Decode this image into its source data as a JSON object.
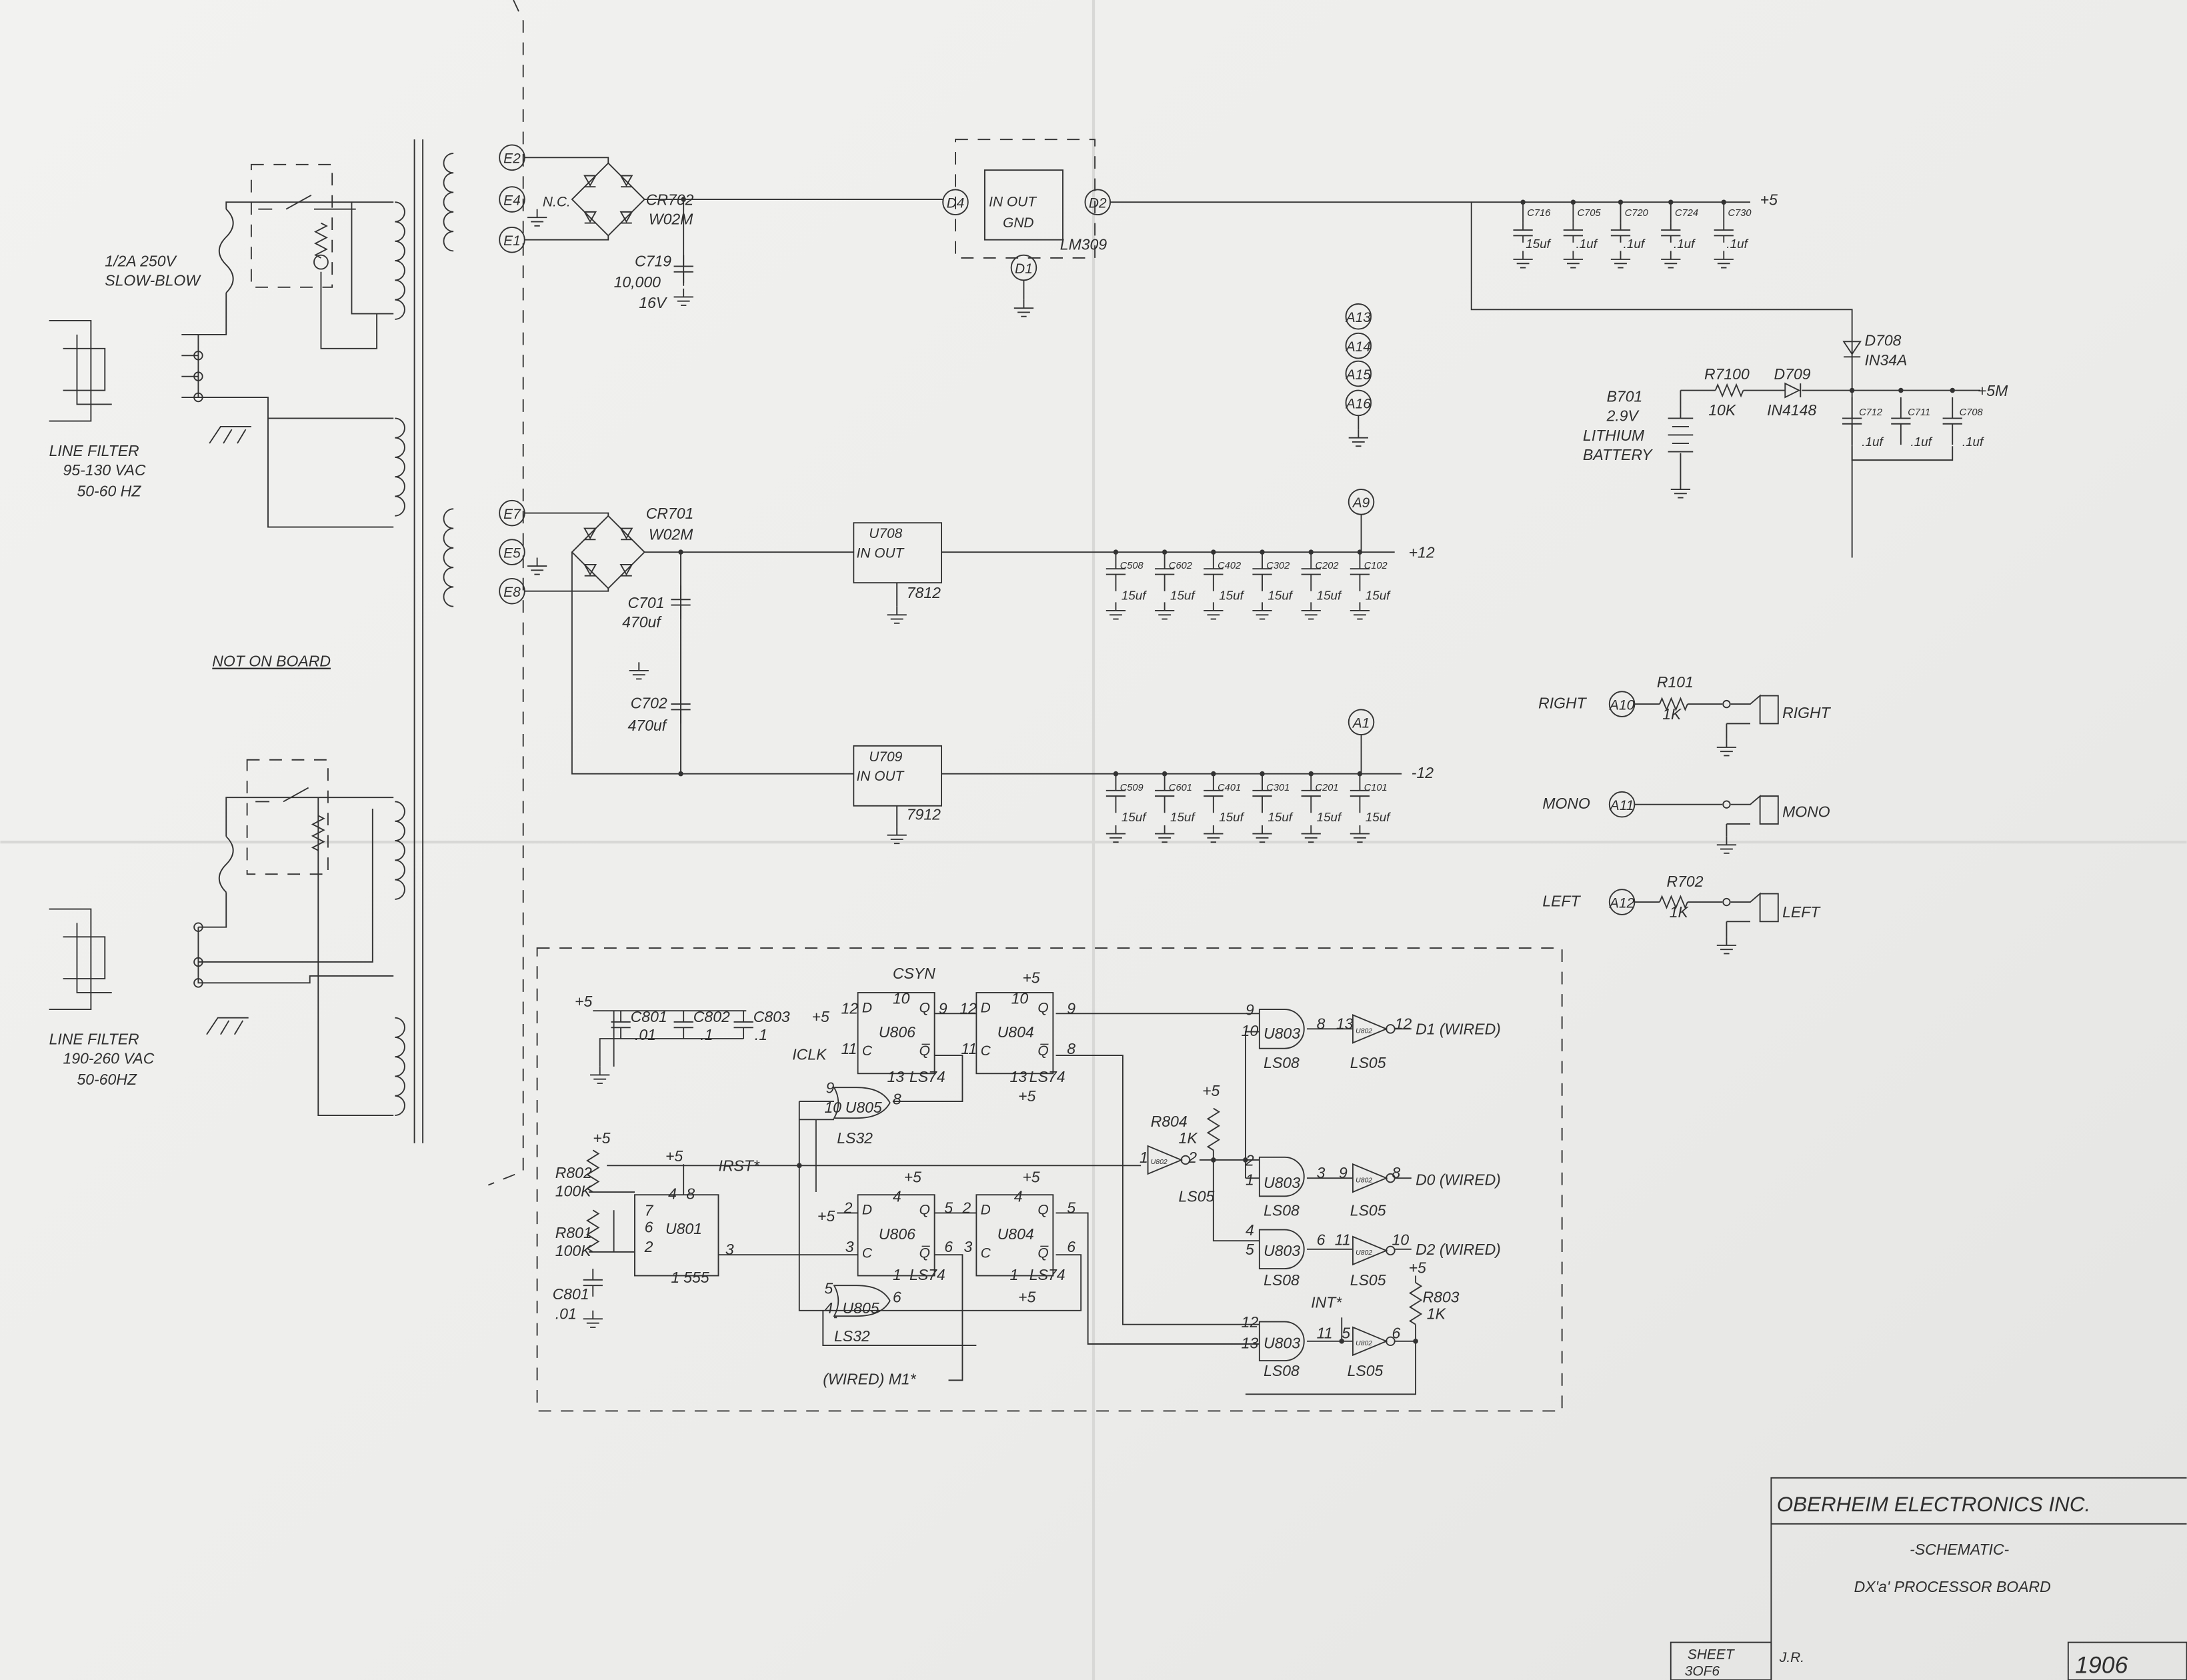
{
  "power": {
    "fuse": [
      "1/2A 250V",
      "SLOW-BLOW"
    ],
    "filter1": [
      "LINE FILTER",
      "95-130 VAC",
      "50-60 HZ"
    ],
    "not_on_board": "NOT ON BOARD",
    "filter2": [
      "LINE FILTER",
      "190-260 VAC",
      "50-60HZ"
    ],
    "terminals_top": [
      "E2",
      "E4",
      "E1"
    ],
    "nc": "N.C.",
    "cr702": [
      "CR702",
      "W02M"
    ],
    "c719": [
      "C719",
      "10,000",
      "16V"
    ],
    "reg5": {
      "in": "D4",
      "body": "IN OUT",
      "gnd": "GND",
      "out": "D2",
      "part": "LM309",
      "gnd_term": "D1"
    },
    "caps5": {
      "names": [
        "C716",
        "C705",
        "C720",
        "C724",
        "C730"
      ],
      "values": [
        "15uf",
        ".1uf",
        ".1uf",
        ".1uf",
        ".1uf"
      ],
      "rail": "+5"
    },
    "spare_terminals": [
      "A13",
      "A14",
      "A15",
      "A16"
    ],
    "d708": [
      "D708",
      "IN34A"
    ],
    "battery": [
      "B701",
      "2.9V",
      "LITHIUM",
      "BATTERY"
    ],
    "r7100": [
      "R7100",
      "10K"
    ],
    "d709": [
      "D709",
      "IN4148"
    ],
    "caps5m": {
      "names": [
        "C712",
        "C711",
        "C708"
      ],
      "values": [
        ".1uf",
        ".1uf",
        ".1uf"
      ],
      "rail": "+5M"
    },
    "terminals_mid": [
      "E7",
      "E5",
      "E8"
    ],
    "cr701": [
      "CR701",
      "W02M"
    ],
    "c701": [
      "C701",
      "470uf"
    ],
    "c702": [
      "C702",
      "470uf"
    ],
    "u708": {
      "name": "U708",
      "body": "IN OUT",
      "part": "7812"
    },
    "a9": "A9",
    "caps12": {
      "names": [
        "C508",
        "C602",
        "C402",
        "C302",
        "C202",
        "C102"
      ],
      "values": [
        "15uf",
        "15uf",
        "15uf",
        "15uf",
        "15uf",
        "15uf"
      ],
      "rail": "+12"
    },
    "u709": {
      "name": "U709",
      "body": "IN OUT",
      "part": "7912"
    },
    "a1": "A1",
    "capsm12": {
      "names": [
        "C509",
        "C601",
        "C401",
        "C301",
        "C201",
        "C101"
      ],
      "values": [
        "15uf",
        "15uf",
        "15uf",
        "15uf",
        "15uf",
        "15uf"
      ],
      "rail": "-12"
    }
  },
  "audio": {
    "right": {
      "label": "RIGHT",
      "term": "A10",
      "res": "R101",
      "val": "1K",
      "jack": "RIGHT"
    },
    "mono": {
      "label": "MONO",
      "term": "A11",
      "jack": "MONO"
    },
    "left": {
      "label": "LEFT",
      "term": "A12",
      "res": "R702",
      "val": "1K",
      "jack": "LEFT"
    }
  },
  "logic": {
    "ff_pins": [
      "D",
      "C",
      "Q",
      "Q̅"
    ],
    "inv_label": "U802",
    "texts": [
      "+5",
      "C801",
      ".01",
      "C802",
      ".1",
      "C803",
      ".1",
      "CSYN",
      "+5",
      "12",
      "10",
      "9",
      "ICLK",
      "11",
      "U806",
      "13",
      "LS74",
      "+5",
      "12",
      "10",
      "9",
      "11",
      "U804",
      "8",
      "13",
      "LS74",
      "+5",
      "9",
      "10",
      "U805",
      "8",
      "LS32",
      "+5",
      "R804",
      "1K",
      "LS05",
      "1",
      "2",
      "IRST*",
      "+5",
      "R802",
      "100K",
      "R801",
      "100K",
      "C801",
      ".01",
      "+5",
      "4",
      "8",
      "7",
      "6",
      "2",
      "U801",
      "3",
      "1",
      "555",
      "+5",
      "2",
      "4",
      "5",
      "U806",
      "3",
      "6",
      "1",
      "LS74",
      "+5",
      "+5",
      "2",
      "4",
      "5",
      "U804",
      "3",
      "6",
      "1",
      "LS74",
      "+5",
      "5",
      "4",
      "U805",
      "6",
      "LS32",
      "(WIRED) M1*",
      "9",
      "10",
      "U803",
      "8",
      "13",
      "LS08",
      "LS05",
      "12",
      "D1 (WIRED)",
      "2",
      "1",
      "U803",
      "3",
      "9",
      "LS08",
      "LS05",
      "8",
      "D0 (WIRED)",
      "4",
      "5",
      "U803",
      "6",
      "11",
      "LS08",
      "LS05",
      "10",
      "D2 (WIRED)",
      "+5",
      "R803",
      "1K",
      "INT*",
      "12",
      "13",
      "U803",
      "11",
      "5",
      "LS08",
      "LS05",
      "6"
    ]
  },
  "title_block": {
    "company": "OBERHEIM ELECTRONICS INC.",
    "doc_type": "-SCHEMATIC-",
    "board": "DX'a' PROCESSOR BOARD",
    "sheet": [
      "SHEET",
      "3OF6"
    ],
    "drawn_by": "J.R.",
    "number": "1906"
  }
}
